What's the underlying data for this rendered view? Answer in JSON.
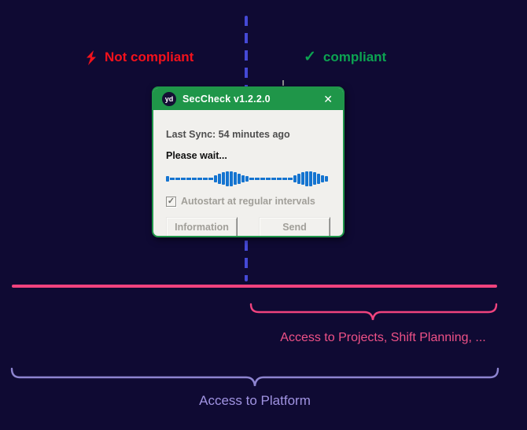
{
  "diagram": {
    "not_compliant_label": "Not compliant",
    "compliant_label": "compliant",
    "check_glyph": "✓"
  },
  "window": {
    "title": "SecCheck v1.2.2.0",
    "app_icon_text": "yd",
    "close_glyph": "✕",
    "last_sync_text": "Last Sync: 54 minutes ago",
    "status_text": "Please wait...",
    "autostart_label": "Autostart at regular intervals",
    "autostart_checked": true,
    "info_button_label": "Information",
    "send_button_label": "Send"
  },
  "waveform": {
    "pattern": [
      "b7",
      "d",
      "d",
      "d",
      "d",
      "d",
      "d",
      "d",
      "d",
      "b9",
      "b13",
      "b16",
      "b19",
      "b19",
      "b16",
      "b13",
      "b9",
      "b7",
      "d",
      "d",
      "d",
      "d",
      "d",
      "d",
      "d",
      "d",
      "b9",
      "b13",
      "b16",
      "b19",
      "b19",
      "b16",
      "b13",
      "b9",
      "b7"
    ],
    "dash_height": 3
  },
  "annotations": {
    "projects_label": "Access to Projects, Shift Planning, ...",
    "platform_label": "Access to Platform"
  },
  "colors": {
    "background": "#0f0a33",
    "divider_dash": "#4549d6",
    "not_compliant": "#f2121c",
    "compliant": "#0ca351",
    "titlebar_green": "#1f9649",
    "dialog_body": "#f1f0ed",
    "disabled_text": "#a19f99",
    "waveform_blue": "#1574d0",
    "pink": "#f0437e",
    "pink_text": "#ef5187",
    "lavender": "#8d84d0",
    "lavender_text": "#a093e2"
  }
}
